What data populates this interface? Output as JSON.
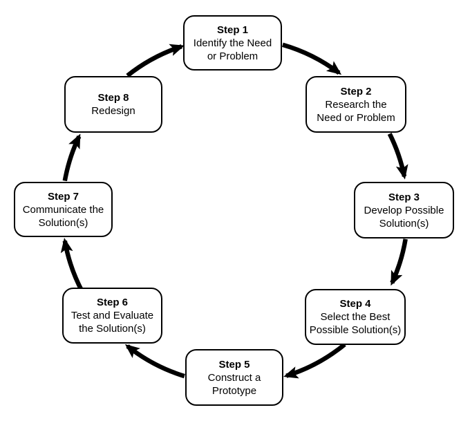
{
  "diagram": {
    "type": "cycle",
    "background_color": "#ffffff",
    "box_fill_color": "#ffffff",
    "box_border_color": "#000000",
    "arrow_color": "#000000",
    "steps": [
      {
        "label": "Step 1",
        "lines": [
          "Identify the Need",
          "or Problem"
        ]
      },
      {
        "label": "Step 2",
        "lines": [
          "Research the",
          "Need or Problem"
        ]
      },
      {
        "label": "Step 3",
        "lines": [
          "Develop Possible",
          "Solution(s)"
        ]
      },
      {
        "label": "Step 4",
        "lines": [
          "Select the Best",
          "Possible Solution(s)"
        ]
      },
      {
        "label": "Step 5",
        "lines": [
          "Construct a",
          "Prototype"
        ]
      },
      {
        "label": "Step 6",
        "lines": [
          "Test and Evaluate",
          "the Solution(s)"
        ]
      },
      {
        "label": "Step 7",
        "lines": [
          "Communicate the",
          "Solution(s)"
        ]
      },
      {
        "label": "Step 8",
        "lines": [
          "Redesign"
        ]
      }
    ],
    "flow": [
      {
        "from": "Step 1",
        "to": "Step 2"
      },
      {
        "from": "Step 2",
        "to": "Step 3"
      },
      {
        "from": "Step 3",
        "to": "Step 4"
      },
      {
        "from": "Step 4",
        "to": "Step 5"
      },
      {
        "from": "Step 5",
        "to": "Step 6"
      },
      {
        "from": "Step 6",
        "to": "Step 7"
      },
      {
        "from": "Step 7",
        "to": "Step 8"
      },
      {
        "from": "Step 8",
        "to": "Step 1"
      }
    ]
  }
}
